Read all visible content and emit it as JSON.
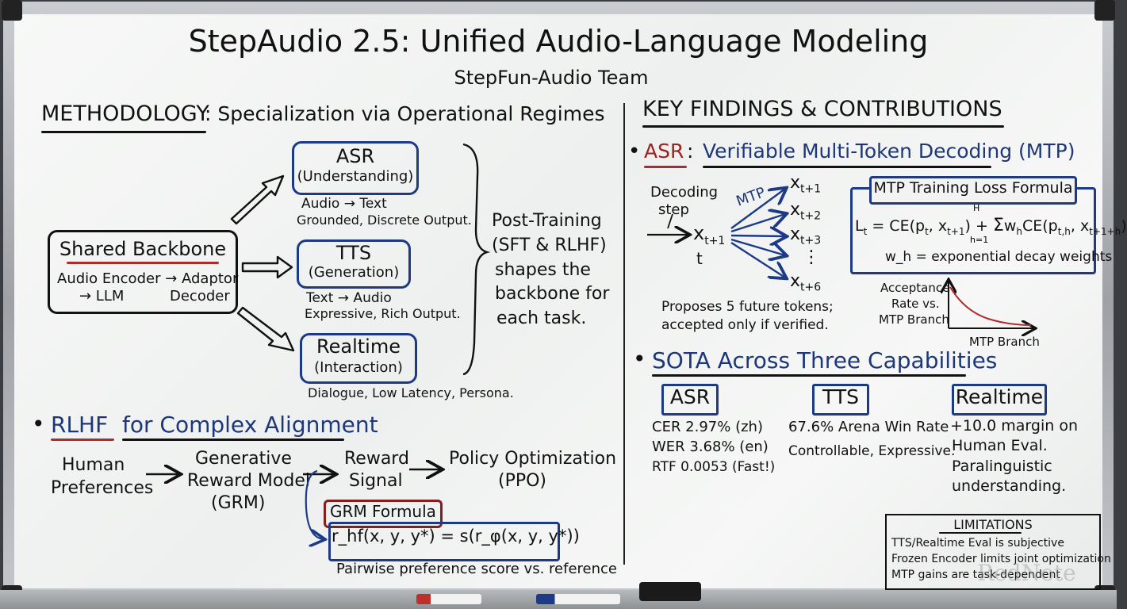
{
  "title": "StepAudio 2.5: Unified Audio-Language Modeling",
  "subtitle": "StepFun-Audio Team",
  "methodology": {
    "heading": "METHODOLOGY",
    "heading_rest": ": Specialization via Operational Regimes",
    "backbone": {
      "title": "Shared Backbone",
      "line1": "Audio Encoder → Adaptor",
      "line2a": "→ LLM",
      "line2b": "Decoder"
    },
    "asr": {
      "title": "ASR",
      "sub": "(Understanding)",
      "desc1": "Audio → Text",
      "desc2": "Grounded, Discrete Output."
    },
    "tts": {
      "title": "TTS",
      "sub": "(Generation)",
      "desc1": "Text → Audio",
      "desc2": "Expressive, Rich Output."
    },
    "realtime": {
      "title": "Realtime",
      "sub": "(Interaction)",
      "desc1": "Dialogue, Low Latency, Persona."
    },
    "post_training": [
      "Post-Training",
      "(SFT & RLHF)",
      "shapes the",
      "backbone for",
      "each task."
    ]
  },
  "rlhf": {
    "heading": "RLHF",
    "heading_rest": "for Complex Alignment",
    "human": [
      "Human",
      "Preferences"
    ],
    "grm": [
      "Generative",
      "Reward Model",
      "(GRM)"
    ],
    "reward": [
      "Reward",
      "Signal"
    ],
    "policy": [
      "Policy Optimization",
      "(PPO)"
    ],
    "formula_label": "GRM Formula",
    "formula": "r_hf(x, y, y*) = s(r_φ(x, y, y*))",
    "formula_note": "Pairwise preference score vs. reference"
  },
  "findings": {
    "heading": "KEY FINDINGS & CONTRIBUTIONS",
    "asr_label": "ASR",
    "asr_rest": "Verifiable Multi-Token Decoding (MTP)",
    "decoding_step": [
      "Decoding",
      "step"
    ],
    "mtp": "MTP",
    "t": "t",
    "tokens": [
      "x t+1",
      "x t+2",
      "x t+3",
      "⋮",
      "x t+6"
    ],
    "proposes": [
      "Proposes 5 future tokens;",
      "accepted only if verified."
    ],
    "loss_label": "MTP Training Loss Formula",
    "loss_formula": "L_t = CE(p_t, x_t+1) + Σ_h=1^H w_h CE(p_t,h, x_t+1+h)",
    "loss_note": "w_h = exponential decay weights",
    "graph_ylabel": [
      "Acceptance",
      "Rate vs.",
      "MTP Branch"
    ],
    "graph_xlabel": "MTP Branch",
    "sota_heading": "SOTA Across Three Capabilities",
    "sota": [
      {
        "label": "ASR",
        "lines": [
          "CER 2.97% (zh)",
          "WER 3.68% (en)",
          "RTF 0.0053 (Fast!)"
        ]
      },
      {
        "label": "TTS",
        "lines": [
          "67.6% Arena Win Rate",
          "Controllable, Expressive."
        ]
      },
      {
        "label": "Realtime",
        "lines": [
          "+10.0 margin on",
          "Human Eval.",
          "Paralinguistic",
          "understanding."
        ]
      }
    ],
    "limitations_title": "LIMITATIONS",
    "limitations": [
      "TTS/Realtime Eval is subjective",
      "Frozen Encoder limits joint optimization",
      "MTP gains are task-dependent"
    ]
  },
  "watermark": "RedNote",
  "colors": {
    "ink": "#111111",
    "blue": "#1d3a86",
    "red": "#b02a2a",
    "board": "#f3f4f3"
  }
}
